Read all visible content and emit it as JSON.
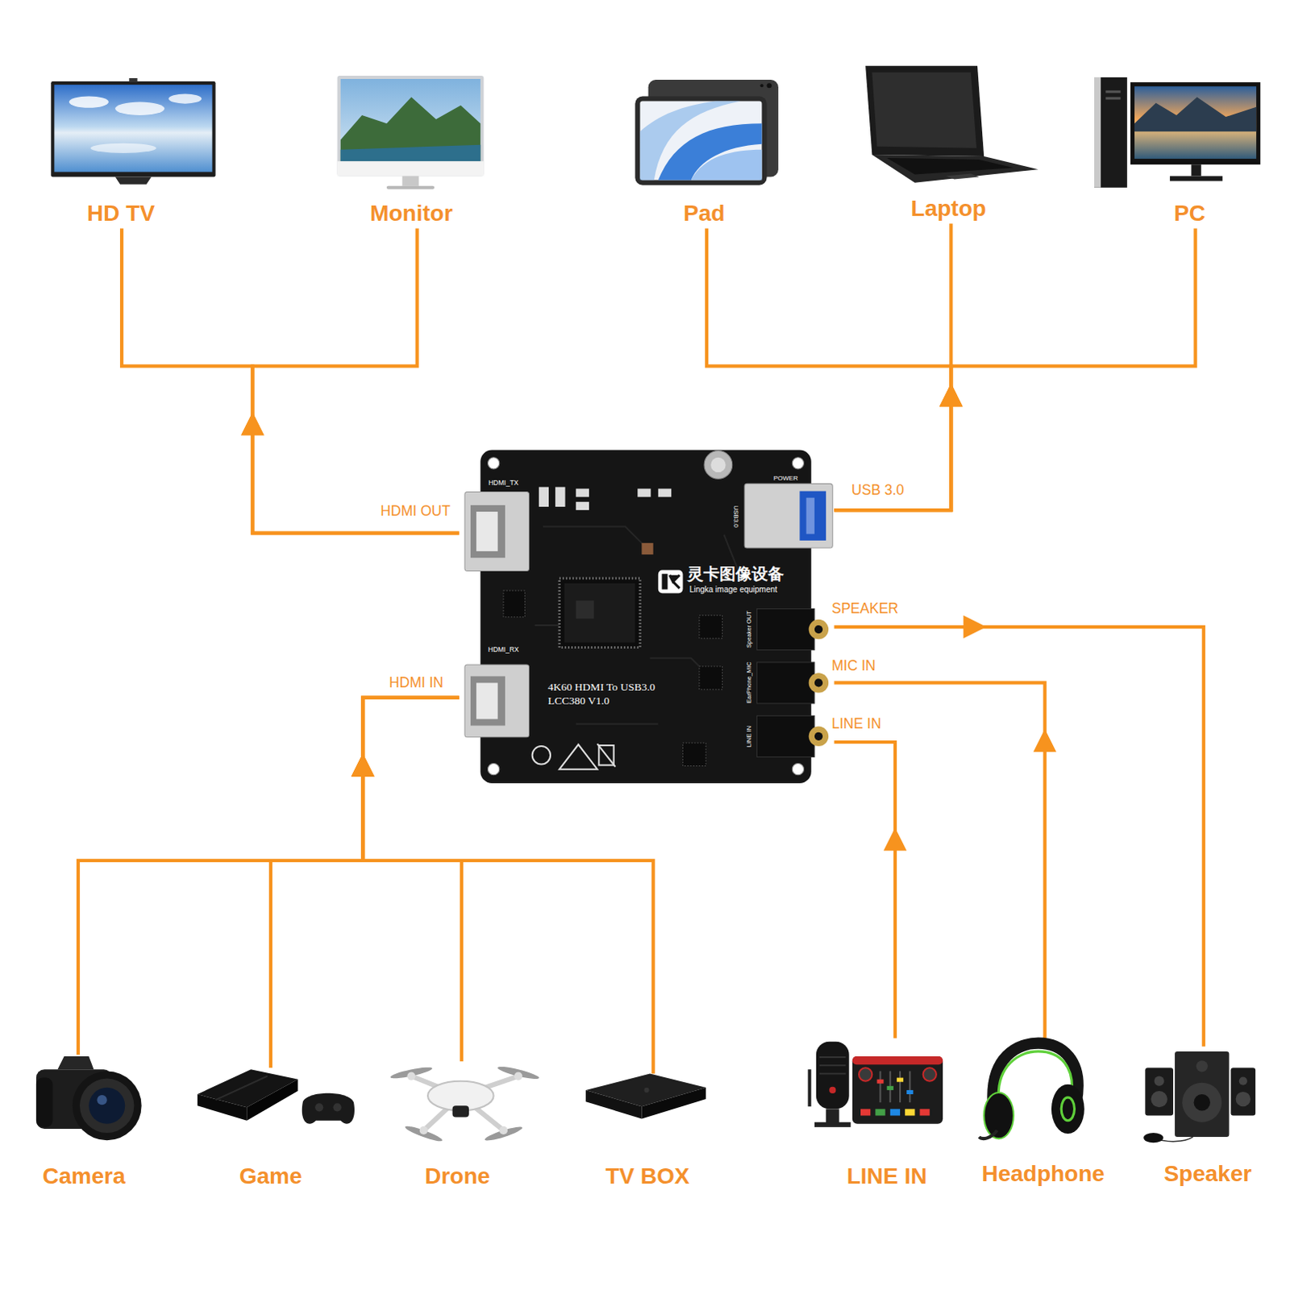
{
  "diagram": {
    "nodes": [
      {
        "text": [
          "HD TV"
        ]
      },
      {
        "text": [
          "Monitor"
        ]
      },
      {
        "text": [
          "Pad"
        ]
      },
      {
        "text": [
          "Laptop"
        ]
      },
      {
        "text": [
          "PC"
        ]
      },
      {
        "text": [
          "灵卡图像设备",
          "Lingka image equipment",
          "4K60 HDMI To USB3.0 LCC380 V1.0"
        ]
      },
      {
        "text": [
          "Camera"
        ]
      },
      {
        "text": [
          "Game"
        ]
      },
      {
        "text": [
          "Drone"
        ]
      },
      {
        "text": [
          "TV BOX"
        ]
      },
      {
        "text": [
          "LINE IN"
        ]
      },
      {
        "text": [
          "Headphone"
        ]
      },
      {
        "text": [
          "Speaker"
        ]
      }
    ],
    "edges": [
      {
        "from": 5,
        "to": 0,
        "arrow": "to"
      },
      {
        "from": 5,
        "to": 1,
        "arrow": "to"
      },
      {
        "from": 5,
        "to": 2,
        "arrow": "to"
      },
      {
        "from": 5,
        "to": 3,
        "arrow": "to"
      },
      {
        "from": 5,
        "to": 4,
        "arrow": "to"
      },
      {
        "from": 6,
        "to": 5,
        "arrow": "to"
      },
      {
        "from": 7,
        "to": 5,
        "arrow": "to"
      },
      {
        "from": 8,
        "to": 5,
        "arrow": "to"
      },
      {
        "from": 9,
        "to": 5,
        "arrow": "to"
      },
      {
        "from": 10,
        "to": 5,
        "label": "LINE IN",
        "arrow": "to"
      },
      {
        "from": 11,
        "to": 5,
        "label": "MIC IN",
        "arrow": "to"
      },
      {
        "from": 5,
        "to": 12,
        "label": "SPEAKER",
        "arrow": "to"
      }
    ],
    "labels": [
      "HDMI OUT",
      "USB 3.0",
      "HDMI IN",
      "HDMI_TX",
      "HDMI_RX",
      "POWER",
      "USB3.0",
      "Speaker OUT",
      "EarPhone_MIC",
      "LINE IN"
    ]
  }
}
